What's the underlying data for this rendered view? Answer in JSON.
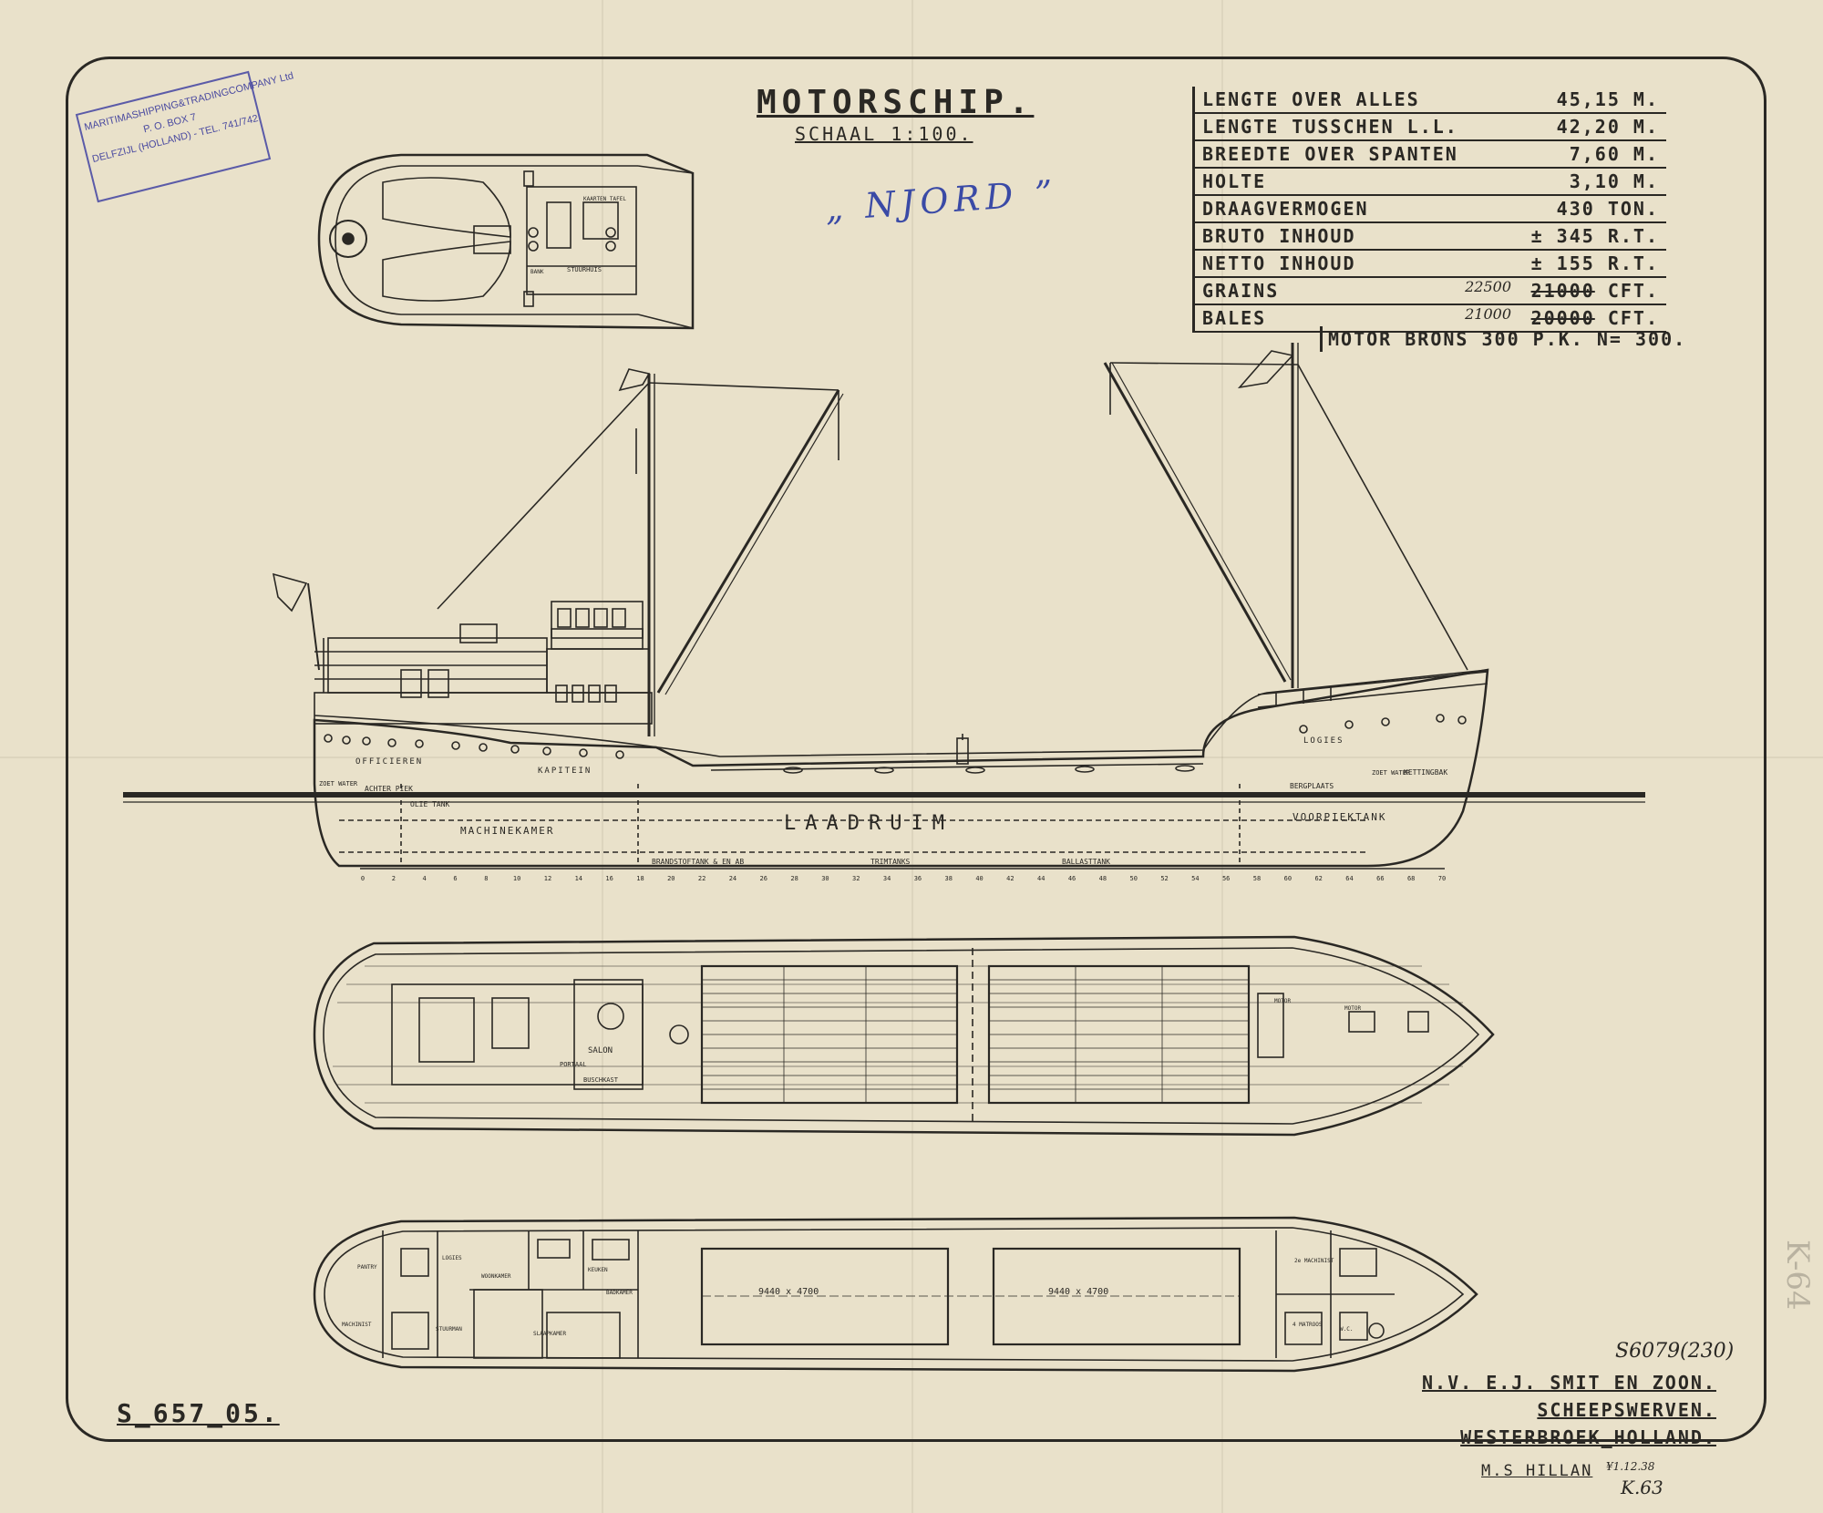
{
  "title": "MOTORSCHIP.",
  "scale": "SCHAAL 1:100.",
  "ship_name_handwritten": "„ NJORD ”",
  "stamp": {
    "line1": "MARITIMASHIPPING&TRADINGCOMPANY Ltd",
    "line2": "P. O. BOX 7",
    "line3": "DELFZIJL (HOLLAND) - TEL. 741/742"
  },
  "specs": [
    {
      "label": "LENGTE  OVER  ALLES",
      "value": "45,15 M.",
      "hand": "",
      "struck": false
    },
    {
      "label": "LENGTE  TUSSCHEN L.L.",
      "value": "42,20 M.",
      "hand": "",
      "struck": false
    },
    {
      "label": "BREEDTE  OVER  SPANTEN",
      "value": "7,60 M.",
      "hand": "",
      "struck": false
    },
    {
      "label": "HOLTE",
      "value": "3,10 M.",
      "hand": "",
      "struck": false
    },
    {
      "label": "DRAAGVERMOGEN",
      "value": "430 TON.",
      "hand": "",
      "struck": false
    },
    {
      "label": "BRUTO  INHOUD",
      "value": "± 345 R.T.",
      "hand": "",
      "struck": false
    },
    {
      "label": "NETTO  INHOUD",
      "value": "± 155 R.T.",
      "hand": "",
      "struck": false
    },
    {
      "label": "GRAINS",
      "value_struck": "21000",
      "value_tail": " CFT.",
      "hand": "22500",
      "struck": true
    },
    {
      "label": "BALES",
      "value_struck": "20000",
      "value_tail": " CFT.",
      "hand": "21000",
      "struck": true
    }
  ],
  "motor": "MOTOR BRONS  300 P.K.  N= 300.",
  "profile_labels": {
    "laadruim": "LAADRUIM",
    "machinekamer": "MACHINEKAMER",
    "voorpiektank": "VOORPIEKTANK",
    "officieren": "OFFICIEREN",
    "kapitein": "KAPITEIN",
    "logies": "LOGIES",
    "achterpiek": "ACHTER PIEK",
    "olietank": "OLIE TANK",
    "zoetwater": "ZOET WATER",
    "zoetwater2": "ZOET WATER",
    "kettingbak": "KETTINGBAK",
    "berg": "BERGPLAATS",
    "brandstoftank": "BRANDSTOFTANK & EN AB",
    "trimtanks": "TRIMTANKS",
    "ballasttank": "BALLASTTANK",
    "stuurhuis": "STUURHUIS",
    "kaartentafel": "KAARTEN TAFEL",
    "bank": "BANK"
  },
  "frame_numbers": [
    "0",
    "2",
    "4",
    "6",
    "8",
    "10",
    "12",
    "14",
    "16",
    "18",
    "20",
    "22",
    "24",
    "26",
    "28",
    "30",
    "32",
    "34",
    "36",
    "38",
    "40",
    "42",
    "44",
    "46",
    "48",
    "50",
    "52",
    "54",
    "56",
    "58",
    "60",
    "62",
    "64",
    "66",
    "68",
    "70"
  ],
  "deck_labels": {
    "salon": "SALON",
    "buschkast": "BUSCHKAST",
    "portaal": "PORTAAL",
    "motor": "MOTOR",
    "motor2": "MOTOR"
  },
  "lower_labels": {
    "hatch1": "9440 x 4700",
    "hatch2": "9440 x 4700",
    "pantry": "PANTRY",
    "logies": "LOGIES",
    "woonkamer": "WOONKAMER",
    "keuken": "KEUKEN",
    "slaapkamer": "SLAAPKAMER",
    "stuurman": "STUURMAN",
    "machinist": "MACHINIST",
    "bad": "BADKAMER",
    "machinist2": "2e MACHINIST",
    "matroos": "4 MATROOS",
    "wc": "W.C."
  },
  "drawing_number": "S_657_05.",
  "builder": [
    "N.V. E.J. SMIT EN ZOON.",
    "SCHEEPSWERVEN.",
    "WESTERBROEK_HOLLAND."
  ],
  "hand_ref": "S6079(230)",
  "ship": "M.S HILLAN",
  "initials": "¥1.12.38",
  "archive_no": "K.63",
  "pencil_mark": "K-64"
}
